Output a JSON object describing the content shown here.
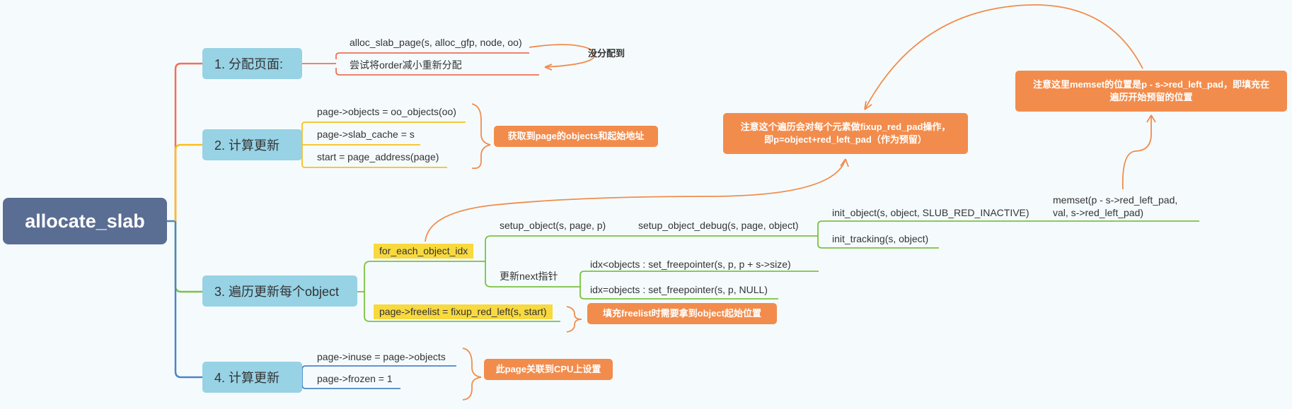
{
  "root": {
    "label": "allocate_slab"
  },
  "sections": {
    "s1": {
      "label": "1. 分配页面:"
    },
    "s2": {
      "label": "2. 计算更新"
    },
    "s3": {
      "label": "3. 遍历更新每个object"
    },
    "s4": {
      "label": "4. 计算更新"
    }
  },
  "s1_items": {
    "alloc": "alloc_slab_page(s, alloc_gfp, node, oo)",
    "retry": "尝试将order减小重新分配",
    "fail_label": "没分配到"
  },
  "s2_items": {
    "objects": "page->objects = oo_objects(oo)",
    "slab_cache": "page->slab_cache = s",
    "start": "start = page_address(page)",
    "note": "获取到page的objects和起始地址"
  },
  "s3_items": {
    "for_each": "for_each_object_idx",
    "setup_object": "setup_object(s, page, p)",
    "setup_object_debug": "setup_object_debug(s, page, object)",
    "init_object": "init_object(s, object, SLUB_RED_INACTIVE)",
    "init_tracking": "init_tracking(s, object)",
    "memset_line1": "memset(p - s->red_left_pad,",
    "memset_line2": "val, s->red_left_pad)",
    "update_next": "更新next指针",
    "idx_lt": "idx<objects : set_freepointer(s, p, p + s->size)",
    "idx_eq": "idx=objects : set_freepointer(s, p, NULL)",
    "freelist": "page->freelist = fixup_red_left(s, start)",
    "freelist_note": "填充freelist时需要拿到object起始位置",
    "fixup_note_line1": "注意这个遍历会对每个元素做fixup_red_pad操作，",
    "fixup_note_line2": "即p=object+red_left_pad（作为预留）",
    "memset_note_line1": "注意这里memset的位置是p - s->red_left_pad，即填充在",
    "memset_note_line2": "遍历开始预留的位置"
  },
  "s4_items": {
    "inuse": "page->inuse = page->objects",
    "frozen": "page->frozen = 1",
    "note": "此page关联到CPU上设置"
  },
  "colors": {
    "s1": "#f0705a",
    "s2": "#fbbf1c",
    "s3": "#7cc242",
    "s4": "#4a86c8",
    "note": "#f28c4c",
    "root": "#5a6e94",
    "section": "#97d2e5",
    "highlight": "#f8d93e"
  }
}
